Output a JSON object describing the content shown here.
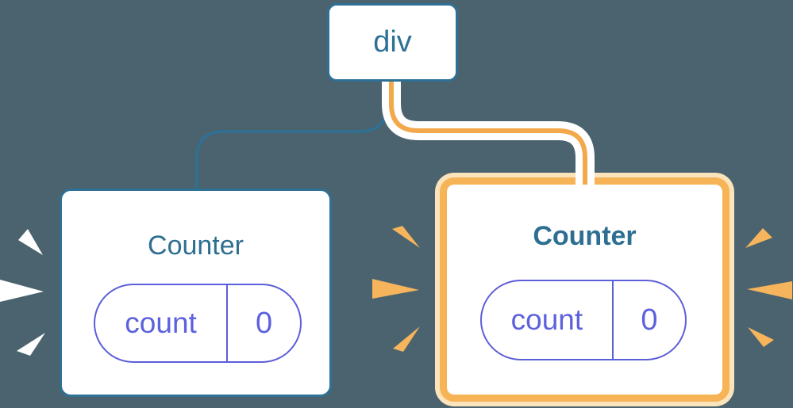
{
  "colors": {
    "background": "#4A636E",
    "steel_blue": "#2F7095",
    "title_blue": "#2E6F91",
    "indigo": "#5B5FD9",
    "indigo_text": "#5C61DD",
    "orange": "#F6B456",
    "pale_orange": "#FBE3BC",
    "connector_orange": "#F3A94B",
    "burst_orange": "#F6B45C",
    "card_background": "#FFFFFF"
  },
  "tree": {
    "root": {
      "label": "div"
    },
    "children": [
      {
        "title": "Counter",
        "highlighted": false,
        "state_pill": {
          "label": "count",
          "value": "0"
        }
      },
      {
        "title": "Counter",
        "highlighted": true,
        "state_pill": {
          "label": "count",
          "value": "0"
        }
      }
    ]
  }
}
